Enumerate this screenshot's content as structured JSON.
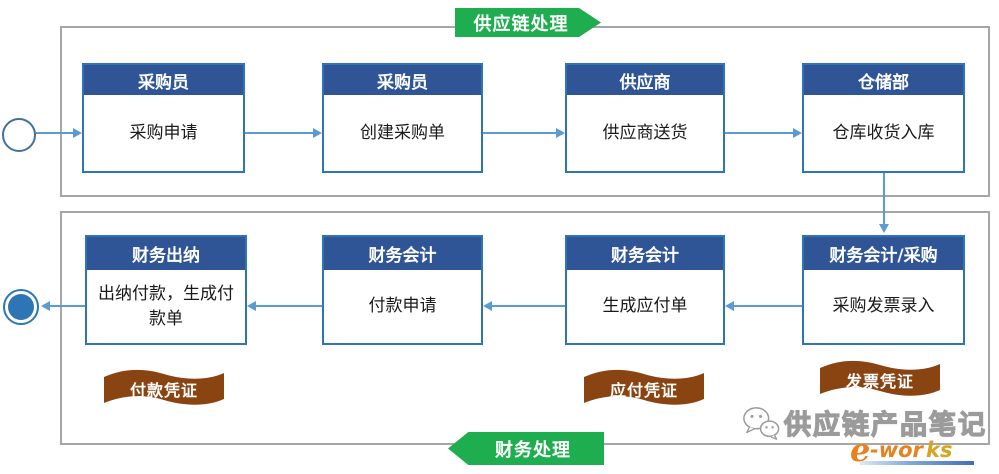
{
  "colors": {
    "header_blue": "#2F5597",
    "box_border_blue": "#2E75B6",
    "arrow_blue": "#5B9BD5",
    "section_green": "#1FAE4F",
    "ribbon_brown": "#8A4412",
    "lane_border_gray": "#A6A6A6",
    "logo_orange": "#E8821E",
    "logo_gold": "#D6A41F"
  },
  "supply_section": {
    "label": "供应链处理",
    "steps": [
      {
        "role": "采购员",
        "action": "采购申请"
      },
      {
        "role": "采购员",
        "action": "创建采购单"
      },
      {
        "role": "供应商",
        "action": "供应商送货"
      },
      {
        "role": "仓储部",
        "action": "仓库收货入库"
      }
    ]
  },
  "finance_section": {
    "label": "财务处理",
    "steps": [
      {
        "role": "财务出纳",
        "action": "出纳付款，生成付款单"
      },
      {
        "role": "财务会计",
        "action": "付款申请"
      },
      {
        "role": "财务会计",
        "action": "生成应付单"
      },
      {
        "role": "财务会计/采购",
        "action": "采购发票录入"
      }
    ],
    "ribbons": [
      {
        "label": "付款凭证"
      },
      {
        "label": "应付凭证"
      },
      {
        "label": "发票凭证"
      }
    ]
  },
  "watermark": {
    "wechat_name": "供应链产品笔记",
    "logo_e": "e",
    "logo_wor": "-wor",
    "logo_ks": "ks"
  }
}
